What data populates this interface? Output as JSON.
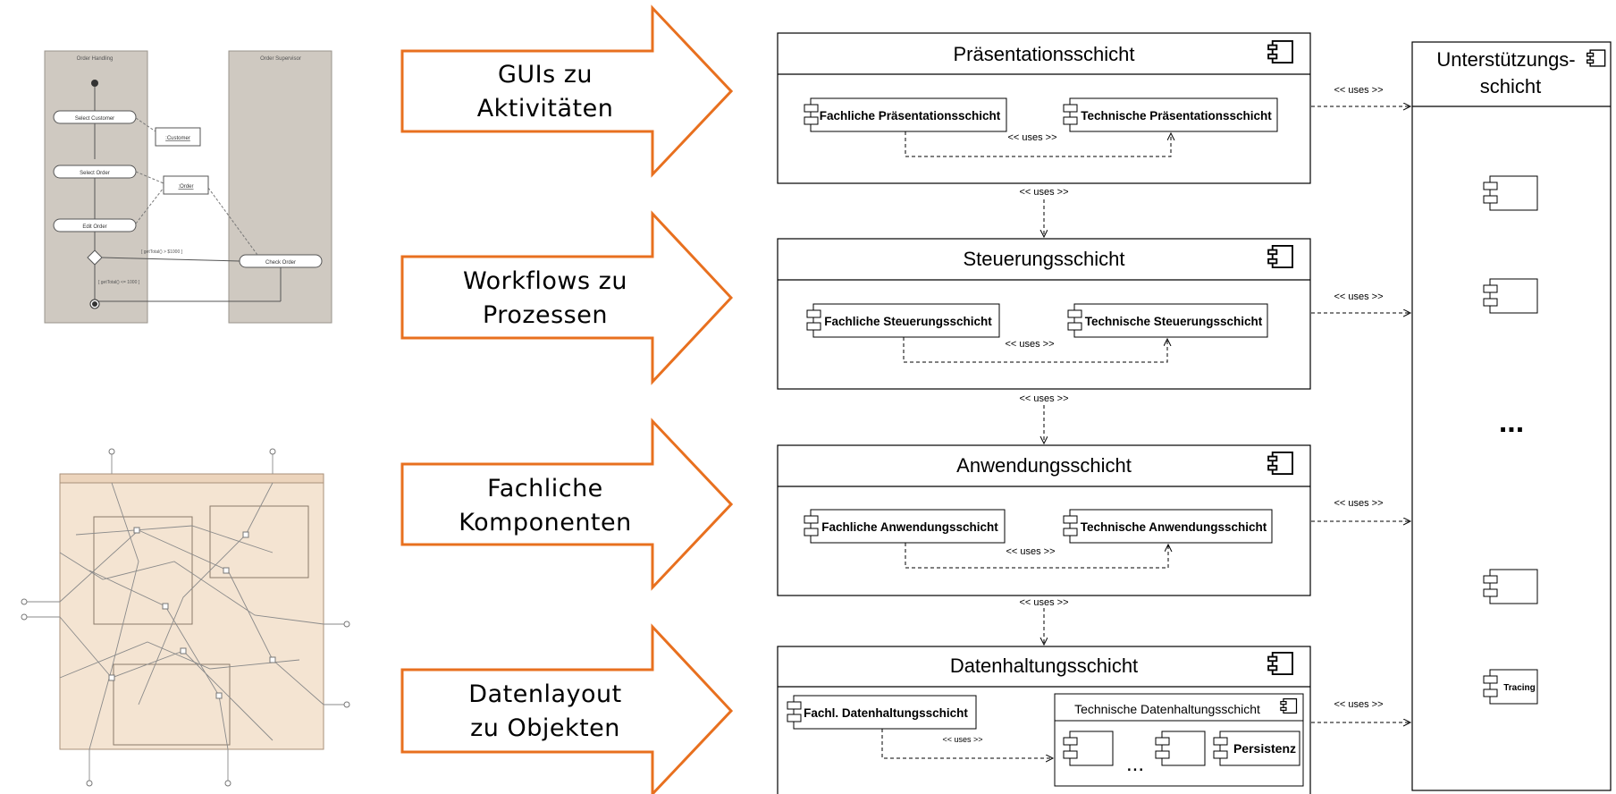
{
  "colors": {
    "arrow_stroke": "#e8701f",
    "thumb_activity_bg": "#cfc9c1",
    "thumb_component_bg": "#f4e4d2",
    "line": "#000000"
  },
  "arrows": [
    {
      "line1": "GUIs zu",
      "line2": "Aktivitäten"
    },
    {
      "line1": "Workflows zu",
      "line2": "Prozessen"
    },
    {
      "line1": "Fachliche",
      "line2": "Komponenten"
    },
    {
      "line1": "Datenlayout",
      "line2": "zu Objekten"
    }
  ],
  "layers": [
    {
      "title": "Präsentationsschicht",
      "left": "Fachliche Präsentationsschicht",
      "right": "Technische Präsentationsschicht",
      "uses": "<< uses >>"
    },
    {
      "title": "Steuerungsschicht",
      "left": "Fachliche Steuerungsschicht",
      "right": "Technische Steuerungsschicht",
      "uses": "<< uses >>"
    },
    {
      "title": "Anwendungsschicht",
      "left": "Fachliche Anwendungsschicht",
      "right": "Technische Anwendungsschicht",
      "uses": "<< uses >>"
    },
    {
      "title": "Datenhaltungsschicht",
      "left": "Fachl. Datenhaltungsschicht",
      "right": "Technische Datenhaltungsschicht",
      "uses": "<< uses >>"
    }
  ],
  "between_uses": [
    "<< uses >>",
    "<< uses >>",
    "<< uses >>"
  ],
  "side_uses": [
    "<< uses >>",
    "<< uses >>",
    "<< uses >>",
    "<< uses >>"
  ],
  "support": {
    "title_line1": "Unterstützungs-",
    "title_line2": "schicht",
    "ellipsis": "...",
    "tracing": "Tracing"
  },
  "data_tech": {
    "ellipsis": "...",
    "persistence": "Persistenz"
  },
  "activity_thumb": {
    "lane1": "Order Handling",
    "lane2": "Order Supervisor",
    "nodes": [
      "Select Customer",
      "Select Order",
      "Edit Order",
      "Check Order"
    ],
    "objects": [
      ":Customer",
      ":Order"
    ],
    "guards": [
      "[ getTotal() > $1000 ]",
      "[ getTotal() <= 1000 ]"
    ]
  }
}
